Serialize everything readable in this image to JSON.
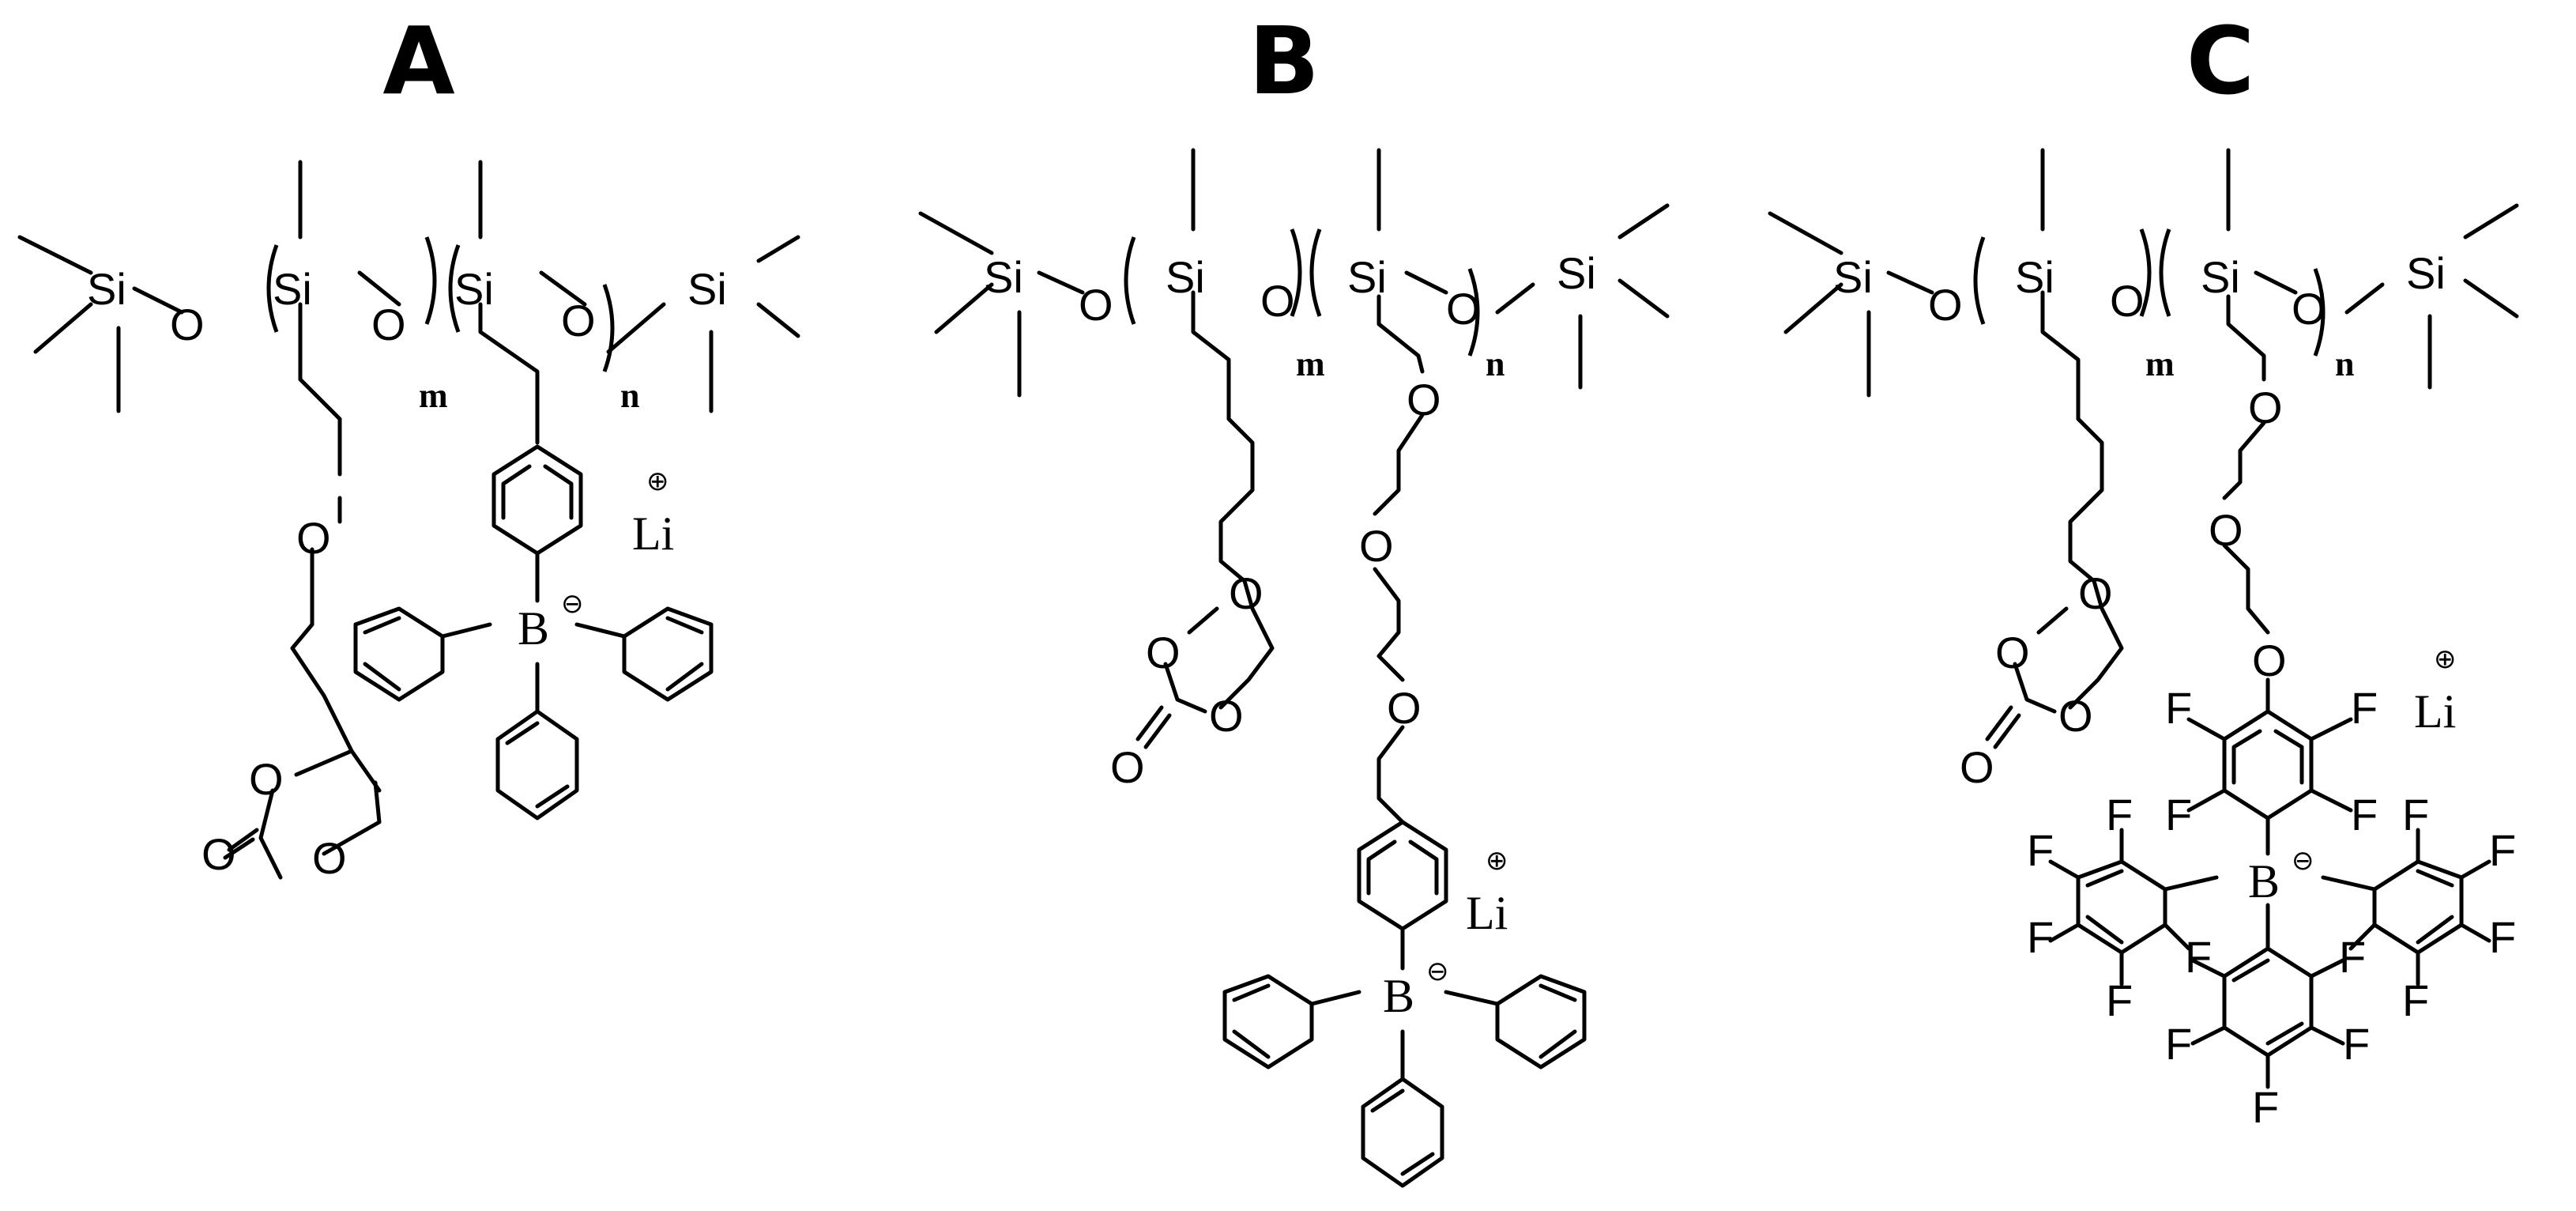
{
  "panels": [
    {
      "label": "A",
      "atoms": {
        "si": "Si",
        "o": "O",
        "b": "B",
        "li": "Li"
      },
      "subscripts": {
        "m": "m",
        "n": "n"
      },
      "charges": {
        "li_charge": "⊕",
        "b_charge": "⊖"
      }
    },
    {
      "label": "B",
      "atoms": {
        "si": "Si",
        "o": "O",
        "b": "B",
        "li": "Li"
      },
      "subscripts": {
        "m": "m",
        "n": "n"
      },
      "charges": {
        "li_charge": "⊕",
        "b_charge": "⊖"
      }
    },
    {
      "label": "C",
      "atoms": {
        "si": "Si",
        "o": "O",
        "b": "B",
        "li": "Li",
        "f": "F"
      },
      "subscripts": {
        "m": "m",
        "n": "n"
      },
      "charges": {
        "li_charge": "⊕",
        "b_charge": "⊖"
      }
    }
  ]
}
